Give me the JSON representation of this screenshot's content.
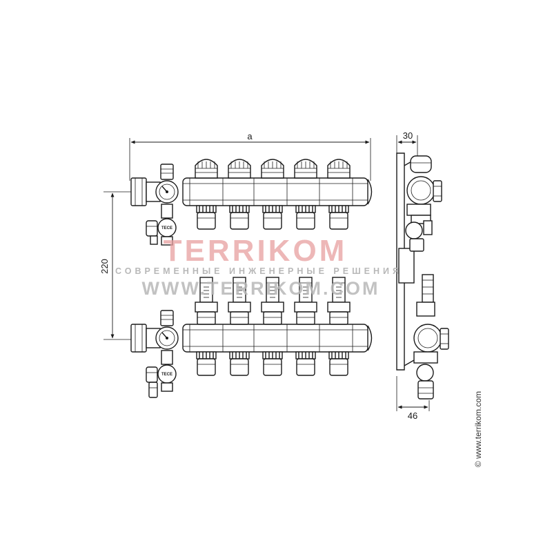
{
  "dimensions": {
    "width_label": "a",
    "height_label": "220",
    "depth_top_label": "30",
    "depth_bottom_label": "46"
  },
  "device": {
    "brand_label": "TECE",
    "circuits": 5
  },
  "watermark": {
    "logo": "TERRIKOM",
    "tagline": "СОВРЕМЕННЫЕ ИНЖЕНЕРНЫЕ РЕШЕНИЯ",
    "url": "WWW.TERRIKOM.COM",
    "side_credit": "© www.terrikom.com"
  },
  "colors": {
    "line": "#1a1a1a",
    "logo": "#e8a0a0",
    "watermark_grey": "#b8b8b8"
  }
}
